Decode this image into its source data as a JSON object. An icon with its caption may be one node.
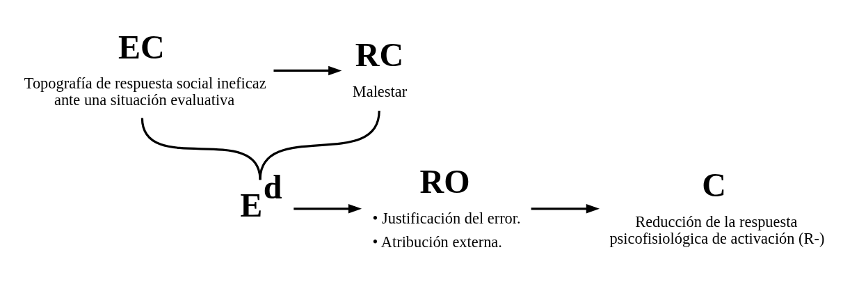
{
  "diagram": {
    "nodes": [
      {
        "text": [
          "EC",
          "Topografía de respuesta social ineficaz ante una situación evaluativa"
        ]
      },
      {
        "text": [
          "RC",
          "Malestar"
        ]
      },
      {
        "text": [
          "E$^{d}$"
        ]
      },
      {
        "text": [
          "RO",
          "• Justificación del error.",
          "• Atribución externa."
        ]
      },
      {
        "text": [
          "C",
          "Reducción de la respuesta psicofisiológica de activación (R-)"
        ]
      }
    ],
    "edges": [
      {
        "from": 0,
        "to": 1,
        "arrow": "to"
      },
      {
        "from": 0,
        "to": 2,
        "arrow": "none"
      },
      {
        "from": 1,
        "to": 2,
        "arrow": "none"
      },
      {
        "from": 2,
        "to": 3,
        "arrow": "to"
      },
      {
        "from": 3,
        "to": 4,
        "arrow": "to"
      }
    ]
  }
}
